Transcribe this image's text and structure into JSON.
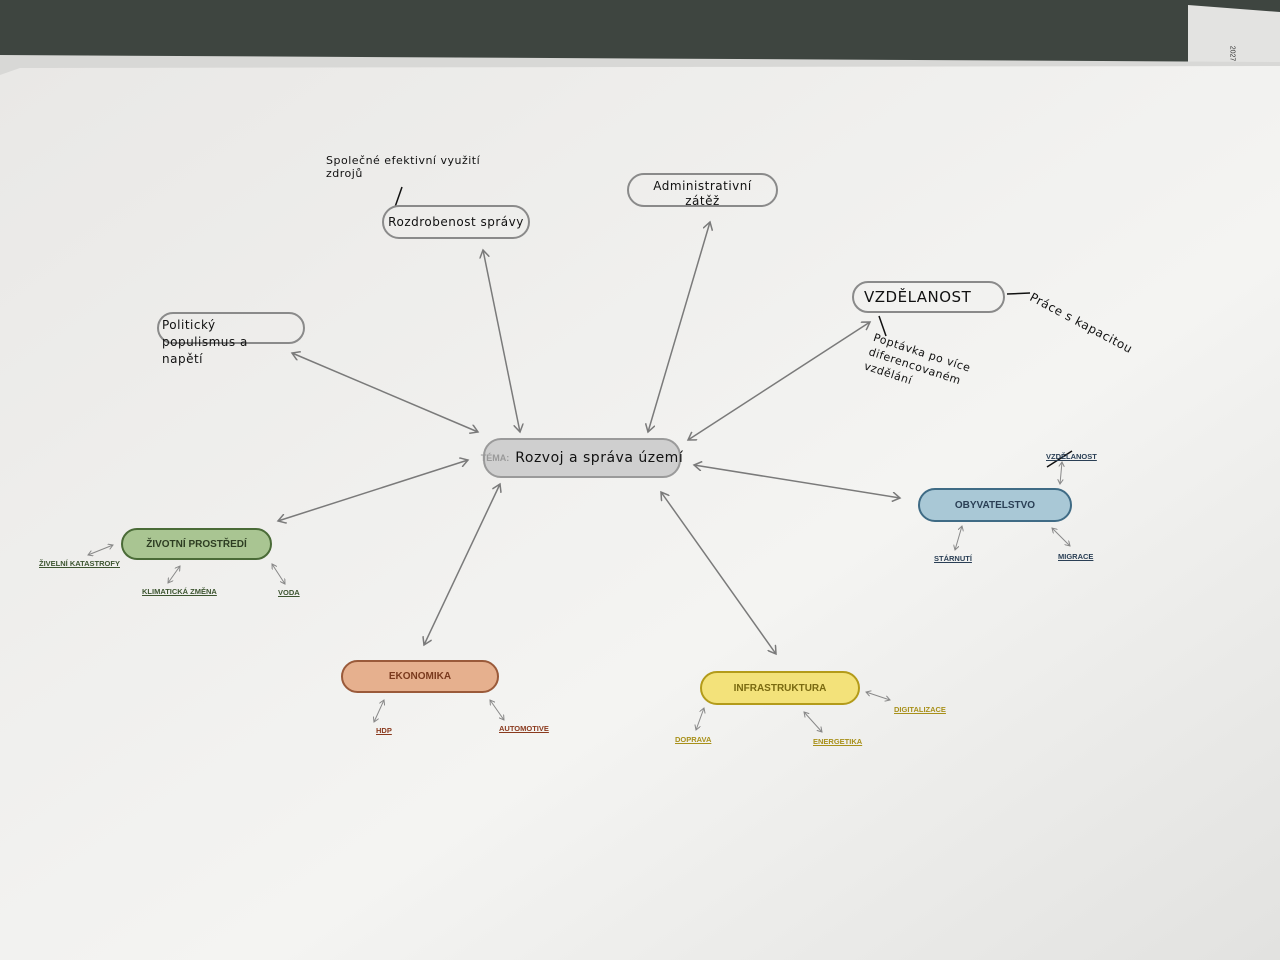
{
  "title": "Rozvoj a správa území – myšlenková mapa",
  "center": {
    "prefix": "TÉMA:",
    "text": "Rozvoj a správa území"
  },
  "handwritten_nodes": [
    {
      "id": "rozdrobenost",
      "text": "Rozdrobenost správy",
      "note": "Společné efektivní využití zdrojů"
    },
    {
      "id": "administrativni",
      "text": "Administrativní zátěž"
    },
    {
      "id": "vzdelanost",
      "text": "VZDĚLANOST",
      "note_right": "Práce s kapacitou",
      "note_below": "Poptávka po více diferencovaném vzdělání"
    },
    {
      "id": "politicky",
      "text": "Politický populismus a napětí"
    }
  ],
  "printed_nodes": [
    {
      "id": "obyvatelstvo",
      "label": "OBYVATELSTVO",
      "color": "#a9c8d6",
      "subs": [
        "VZDĚLANOST",
        "STÁRNUTÍ",
        "MIGRACE"
      ],
      "struck": "VZDĚLANOST"
    },
    {
      "id": "zivotni",
      "label": "ŽIVOTNÍ PROSTŘEDÍ",
      "color": "#a9c592",
      "subs": [
        "ŽIVELNÍ KATASTROFY",
        "KLIMATICKÁ ZMĚNA",
        "VODA"
      ]
    },
    {
      "id": "ekonomika",
      "label": "EKONOMIKA",
      "color": "#e6b08e",
      "subs": [
        "HDP",
        "AUTOMOTIVE"
      ]
    },
    {
      "id": "infrastruktura",
      "label": "INFRASTRUKTURA",
      "color": "#f3e27a",
      "subs": [
        "DOPRAVA",
        "ENERGETIKA",
        "DIGITALIZACE"
      ]
    }
  ],
  "corner_paper_text": "2027"
}
